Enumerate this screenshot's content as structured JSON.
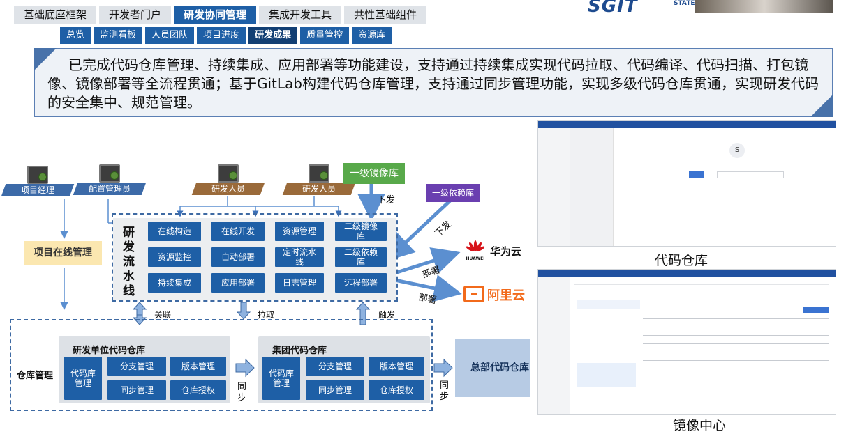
{
  "nav": {
    "tabs": [
      "基础底座框架",
      "开发者门户",
      "研发协同管理",
      "集成开发工具",
      "共性基础组件"
    ],
    "active_tab": "研发协同管理",
    "subtabs": [
      "总览",
      "监测看板",
      "人员团队",
      "项目进度",
      "研发成果",
      "质量管控",
      "资源库"
    ],
    "active_subtab": "研发成果"
  },
  "logo": {
    "text": "SGIT",
    "sub": "STATE"
  },
  "banner": {
    "text": "已完成代码仓库管理、持续集成、应用部署等功能建设，支持通过持续集成实现代码拉取、代码编译、代码扫描、打包镜像、镜像部署等全流程贯通；基于GitLab构建代码仓库管理，支持通过同步管理功能，实现多级代码仓库贯通，实现研发代码的安全集中、规范管理。"
  },
  "diagram": {
    "roles": [
      "项目经理",
      "配置管理员",
      "研发人员",
      "研发人员"
    ],
    "project_mgmt": "项目在线管理",
    "pipeline_title": "研发流水线",
    "pipeline_cells": [
      [
        "在线构造",
        "在线开发",
        "资源管理",
        "二级镜像库"
      ],
      [
        "资源监控",
        "自动部署",
        "定时流水线",
        "二级依赖库"
      ],
      [
        "持续集成",
        "应用部署",
        "日志管理",
        "远程部署"
      ]
    ],
    "mirror_lib": "一级镜像库",
    "dep_lib": "一级依赖库",
    "issue_label_1": "下发",
    "issue_label_2": "下发",
    "deploy_label_1": "部署",
    "deploy_label_2": "部署",
    "cloud_1": "华为云",
    "cloud_1_logo": "HUAWEI",
    "cloud_2": "阿里云",
    "link_labels": [
      "关联",
      "拉取",
      "触发"
    ],
    "repo_mgmt": "仓库管理",
    "unit_repo": {
      "title": "研发单位代码仓库",
      "main": "代码库管理",
      "items": [
        "分支管理",
        "版本管理",
        "同步管理",
        "仓库授权"
      ]
    },
    "group_repo": {
      "title": "集团代码仓库",
      "main": "代码库管理",
      "items": [
        "分支管理",
        "版本管理",
        "同步管理",
        "仓库授权"
      ]
    },
    "sync_label": "同步",
    "hq_repo": "总部代码仓库"
  },
  "screenshots": {
    "caption_1": "代码仓库",
    "caption_2": "镜像中心",
    "avatar_letter": "S"
  }
}
